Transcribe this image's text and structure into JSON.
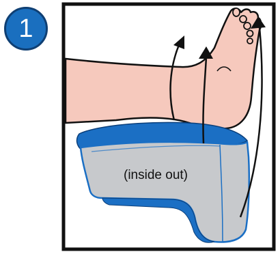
{
  "step": {
    "number": "1"
  },
  "illustration": {
    "caption": "(inside out)",
    "colors": {
      "frame": "#111111",
      "skin": "#f6c9bd",
      "sock_body": "#c7c9cc",
      "sock_rim": "#1b6fc4",
      "badge": "#1a6fbf",
      "arrow": "#111111"
    },
    "icons": [
      "foot-with-leg",
      "inverted-sock",
      "curved-up-arrow"
    ]
  }
}
